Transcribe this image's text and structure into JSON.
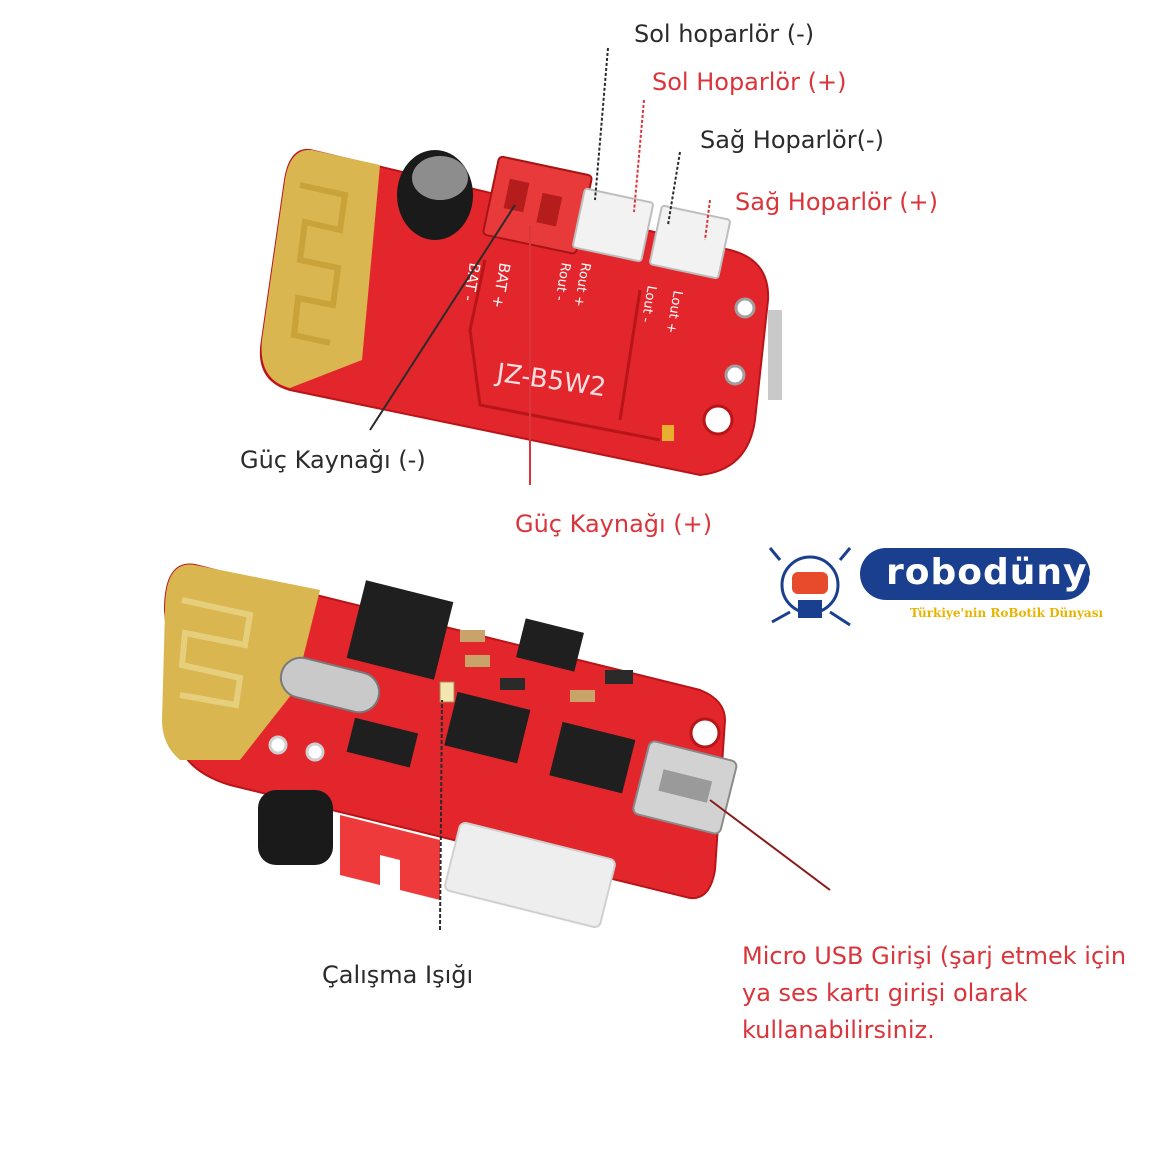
{
  "labels": {
    "left_speaker_neg": "Sol hoparlör (-)",
    "left_speaker_pos": "Sol Hoparlör (+)",
    "right_speaker_neg": "Sağ Hoparlör(-)",
    "right_speaker_pos": "Sağ Hoparlör (+)",
    "power_neg": "Güç Kaynağı (-)",
    "power_pos": "Güç Kaynağı (+)",
    "status_led": "Çalışma Işığı",
    "micro_usb_note": "Micro USB Girişi (şarj etmek için ya ses kartı girişi olarak kullanabilirsiniz."
  },
  "board": {
    "model": "JZ-B5W2",
    "silk_bat_neg": "BAT -",
    "silk_bat_pos": "BAT +",
    "silk_rout_pos": "Rout +",
    "silk_rout_neg": "Rout -",
    "silk_lout_neg": "Lout -",
    "silk_lout_pos": "Lout +"
  },
  "logo": {
    "name": "robodünya",
    "tagline": "Türkiye'nin RoBotik Dünyası"
  },
  "colors": {
    "pcb_red": "#e3262c",
    "antenna_gold": "#d9b650",
    "label_red": "#d9353b",
    "label_dark": "#2b2b2b",
    "logo_blue": "#1b3f8f"
  }
}
